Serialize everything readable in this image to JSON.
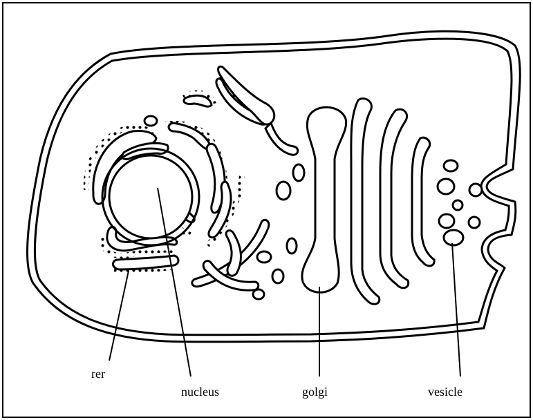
{
  "labels": {
    "rer": "rer",
    "nucleus": "nucleus",
    "golgi": "golgi",
    "vesicle": "vesicle"
  },
  "colors": {
    "ink": "#000000",
    "background": "#ffffff"
  }
}
